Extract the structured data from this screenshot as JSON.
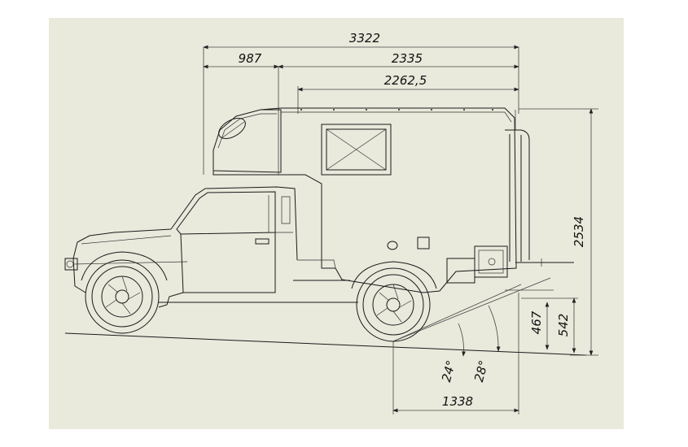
{
  "dimensions": {
    "overall_length": "3322",
    "front_overhang": "987",
    "body_length": "2335",
    "camper_length": "2262,5",
    "overall_height": "2534",
    "hitch_height": "542",
    "rear_clearance": "467",
    "rear_overhang": "1338",
    "departure_angle_low": "24°",
    "departure_angle_high": "28°"
  }
}
